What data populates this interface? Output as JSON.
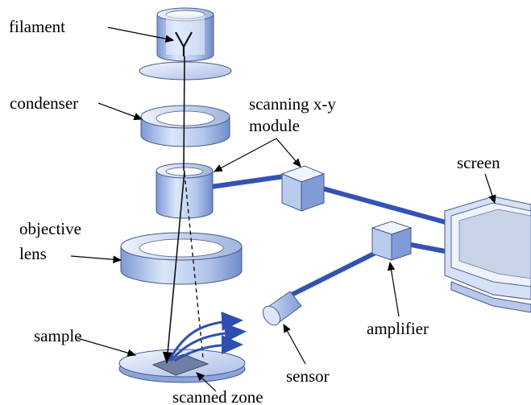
{
  "labels": {
    "filament": "filament",
    "condenser": "condenser",
    "scanning_line1": "scanning x-y",
    "scanning_line2": "module",
    "screen": "screen",
    "objective_line1": "objective",
    "objective_line2": "lens",
    "amplifier": "amplifier",
    "sample": "sample",
    "sensor": "sensor",
    "scanned_zone": "scanned zone"
  },
  "colors": {
    "part_light": "#dce7f8",
    "part_mid": "#a9bfe6",
    "part_dark": "#6f8fcf",
    "cable": "#3352b3",
    "outline": "#4a5a80"
  }
}
